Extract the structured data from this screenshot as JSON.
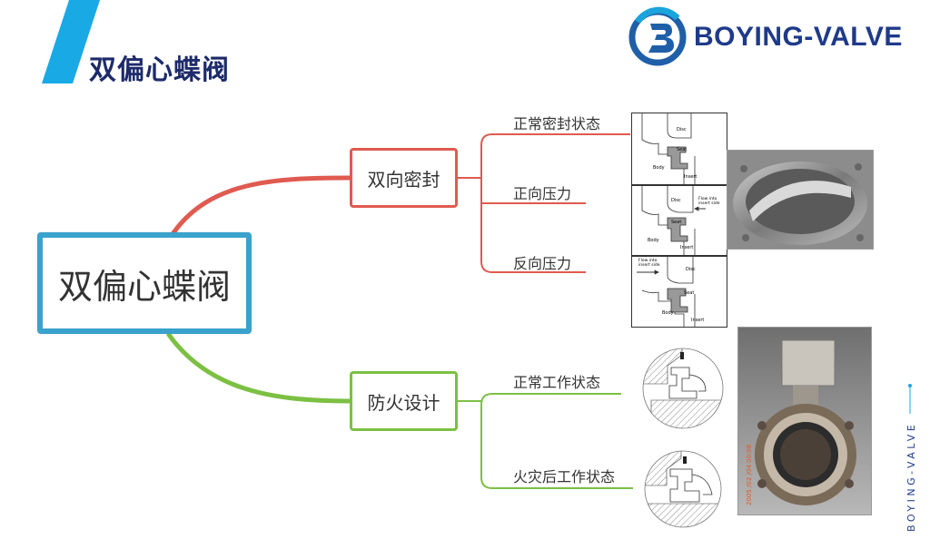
{
  "header": {
    "title": "双偏心蝶阀",
    "brand": "BOYING-VALVE",
    "side_brand": "BOYING-VALVE",
    "accent_color": "#19a9e5",
    "title_color": "#1d2b6b"
  },
  "mindmap": {
    "central": "双偏心蝶阀",
    "branches": [
      {
        "label": "双向密封",
        "color": "#e05a50",
        "leaves": [
          "正常密封状态",
          "正向压力",
          "反向压力"
        ]
      },
      {
        "label": "防火设计",
        "color": "#7cc043",
        "leaves": [
          "正常工作状态",
          "火灾后工作状态"
        ]
      }
    ]
  },
  "diagram_labels": {
    "disc": "Disc",
    "seat": "Seat",
    "body": "Body",
    "insert": "Insert",
    "flow_into_insert_side": [
      "Flow into",
      "insert side"
    ]
  },
  "photo_stamp": "2005 /02 /04 00:08"
}
